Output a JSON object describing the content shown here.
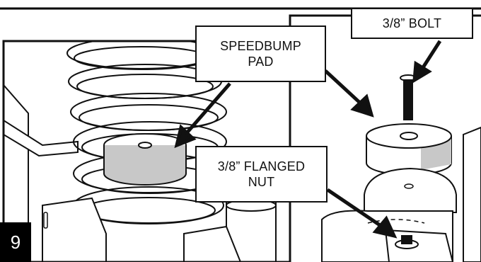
{
  "step": {
    "number": "9"
  },
  "callouts": {
    "bolt": {
      "line1": "3/8” BOLT"
    },
    "pad": {
      "line1": "SPEEDBUMP",
      "line2": "PAD"
    },
    "nut": {
      "line1": "3/8” FLANGED",
      "line2": "NUT"
    }
  },
  "colors": {
    "ink": "#111111",
    "paper": "#ffffff",
    "shade": "#c8c8c8"
  }
}
